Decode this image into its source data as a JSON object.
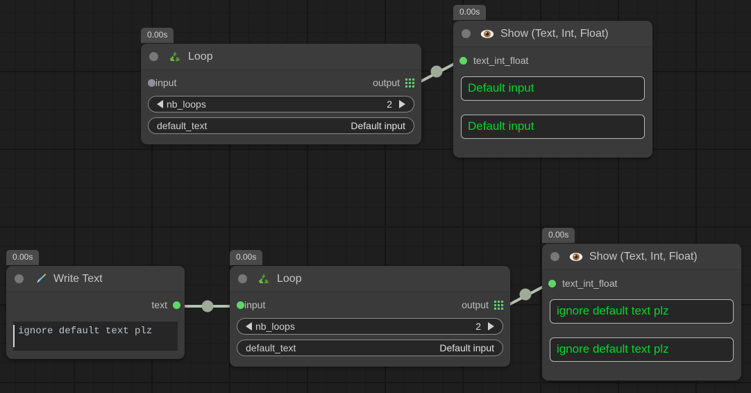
{
  "app": {
    "canvas_background": "#1e1e1e",
    "accent_green": "#5dd866",
    "display_text_green": "#00d92a"
  },
  "nodes": [
    {
      "id": "loop-top",
      "title": "Loop",
      "icon": "recycle-icon",
      "timer": "0.00s",
      "input_port": {
        "label": "input",
        "connected": false
      },
      "output_port": {
        "label": "output",
        "icon": "grid-icon"
      },
      "widgets": [
        {
          "kind": "stepper",
          "name": "nb_loops",
          "value": "2"
        },
        {
          "kind": "text",
          "name": "default_text",
          "value": "Default input"
        }
      ]
    },
    {
      "id": "show-top",
      "title": "Show (Text, Int, Float)",
      "icon": "eye-icon",
      "timer": "0.00s",
      "input_port": {
        "label": "text_int_float",
        "connected": true
      },
      "displays": [
        "Default input",
        "Default input"
      ]
    },
    {
      "id": "write-text",
      "title": "Write Text",
      "icon": "pen-icon",
      "timer": "0.00s",
      "output_port": {
        "label": "text",
        "connected": true
      },
      "editor_value": "ignore default text plz"
    },
    {
      "id": "loop-bottom",
      "title": "Loop",
      "icon": "recycle-icon",
      "timer": "0.00s",
      "input_port": {
        "label": "input",
        "connected": true
      },
      "output_port": {
        "label": "output",
        "icon": "grid-icon"
      },
      "widgets": [
        {
          "kind": "stepper",
          "name": "nb_loops",
          "value": "2"
        },
        {
          "kind": "text",
          "name": "default_text",
          "value": "Default input"
        }
      ]
    },
    {
      "id": "show-bottom",
      "title": "Show (Text, Int, Float)",
      "icon": "eye-icon",
      "timer": "0.00s",
      "input_port": {
        "label": "text_int_float",
        "connected": true
      },
      "displays": [
        "ignore default text plz",
        "ignore default text plz"
      ]
    }
  ]
}
